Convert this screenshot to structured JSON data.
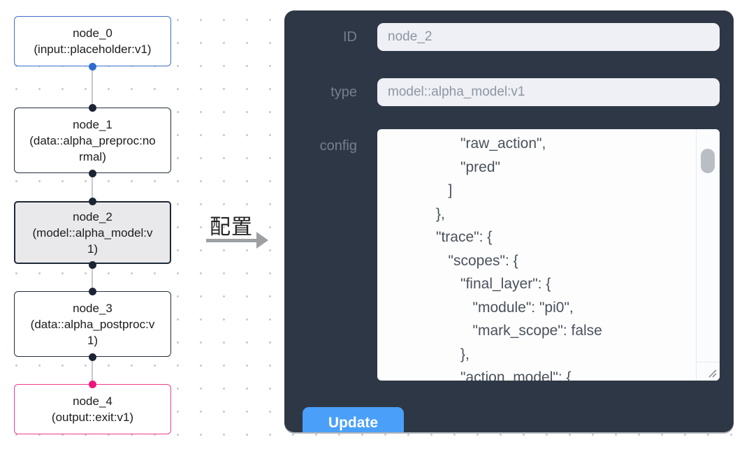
{
  "graph": {
    "nodes": [
      {
        "id": "node_0",
        "title": "node_0",
        "subtitle": "(input::placeholder:v1)",
        "type": "input::placeholder:v1",
        "accent": "#3d6fc8",
        "selected": false
      },
      {
        "id": "node_1",
        "title": "node_1",
        "subtitle": "(data::alpha_preproc:normal)",
        "type": "data::alpha_preproc:normal",
        "accent": "#252d3d",
        "selected": false
      },
      {
        "id": "node_2",
        "title": "node_2",
        "subtitle": "(model::alpha_model:v1)",
        "type": "model::alpha_model:v1",
        "accent": "#1f2836",
        "selected": true
      },
      {
        "id": "node_3",
        "title": "node_3",
        "subtitle": "(data::alpha_postproc:v1)",
        "type": "data::alpha_postproc:v1",
        "accent": "#252d3d",
        "selected": false
      },
      {
        "id": "node_4",
        "title": "node_4",
        "subtitle": "(output::exit:v1)",
        "type": "output::exit:v1",
        "accent": "#ed3d8b",
        "selected": false
      }
    ],
    "edges": [
      {
        "from": "node_0",
        "to": "node_1"
      },
      {
        "from": "node_1",
        "to": "node_2"
      },
      {
        "from": "node_2",
        "to": "node_3"
      },
      {
        "from": "node_3",
        "to": "node_4"
      }
    ]
  },
  "transition": {
    "label": "配置"
  },
  "panel": {
    "id_field": {
      "label": "ID",
      "value": "node_2"
    },
    "type_field": {
      "label": "type",
      "value": "model::alpha_model:v1"
    },
    "config_field": {
      "label": "config",
      "visible_value": "                  \"raw_action\",\n                  \"pred\"\n               ]\n            },\n            \"trace\": {\n               \"scopes\": {\n                  \"final_layer\": {\n                     \"module\": \"pi0\",\n                     \"mark_scope\": false\n                  },\n                  \"action_model\": {"
    },
    "update_button": {
      "label": "Update"
    }
  },
  "colors": {
    "panel_bg": "#2e3745",
    "input_bg": "#eef0f5",
    "button_blue": "#4aa0f9",
    "node_selected_bg": "#e9e9eb",
    "input_port_blue": "#2f6cd0",
    "output_port_pink": "#ef137c",
    "port_dark": "#1b2434",
    "label_gray": "#767f8e"
  }
}
